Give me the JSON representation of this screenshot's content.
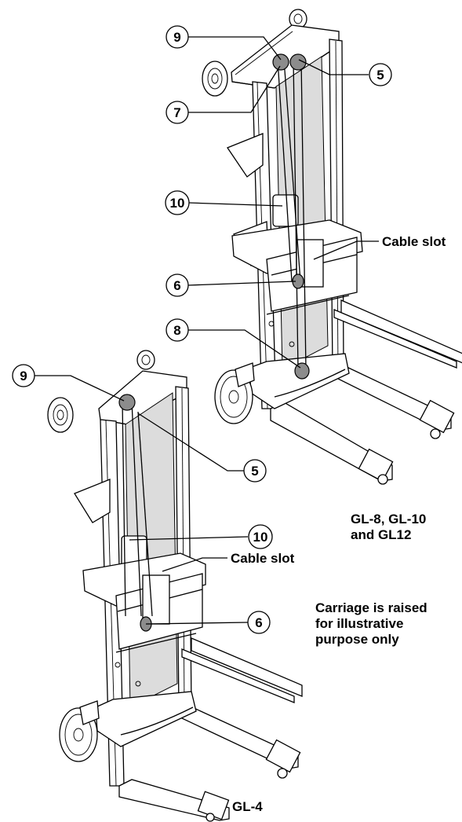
{
  "callouts_top": {
    "c9": "9",
    "c7": "7",
    "c5": "5",
    "c10": "10",
    "c6": "6",
    "c8": "8"
  },
  "callouts_bottom": {
    "c9": "9",
    "c5": "5",
    "c10": "10",
    "c6": "6"
  },
  "labels": {
    "cable_slot_top": "Cable slot",
    "cable_slot_bottom": "Cable slot",
    "model_top_line1": "GL-8, GL-10",
    "model_top_line2": "and GL12",
    "note_line1": "Carriage is raised",
    "note_line2": "for illustrative",
    "note_line3": "purpose only",
    "model_bottom": "GL-4"
  },
  "colors": {
    "line": "#000000",
    "pulley_fill": "#8c8c8c",
    "panel_shade": "#dcdcdc"
  }
}
